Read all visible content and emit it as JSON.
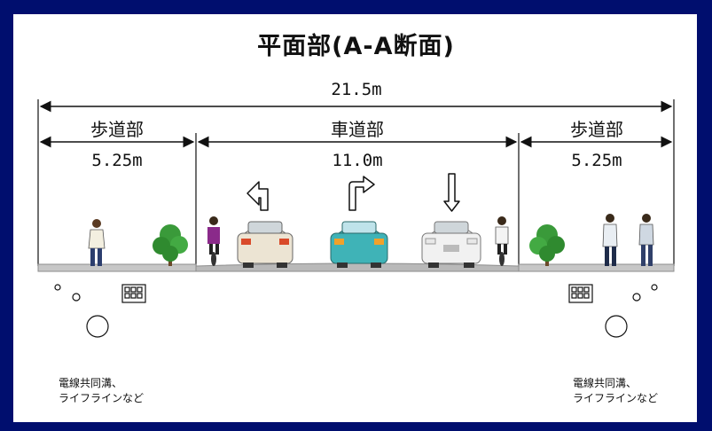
{
  "title": "平面部(A-A断面)",
  "dimensions": {
    "total": "21.5m",
    "left_label": "歩道部",
    "left_width": "5.25m",
    "center_label": "車道部",
    "center_width": "11.0m",
    "right_label": "歩道部",
    "right_width": "5.25m"
  },
  "notes": {
    "left": [
      "電線共同溝、",
      "ライフラインなど"
    ],
    "right": [
      "電線共同溝、",
      "ライフラインなど"
    ]
  },
  "colors": {
    "frame": "#000e6e",
    "car_left": "#ece4d3",
    "car_center": "#3fb3b7",
    "car_right": "#f1f1f1",
    "tree": "#3a9a3a",
    "road": "#b9b9b9"
  },
  "icons": [
    "arrow-left-icon",
    "arrow-right-turn-icon",
    "arrow-down-icon",
    "pedestrian-icon",
    "cyclist-icon",
    "tree-icon",
    "car-icon",
    "conduit-icon"
  ]
}
